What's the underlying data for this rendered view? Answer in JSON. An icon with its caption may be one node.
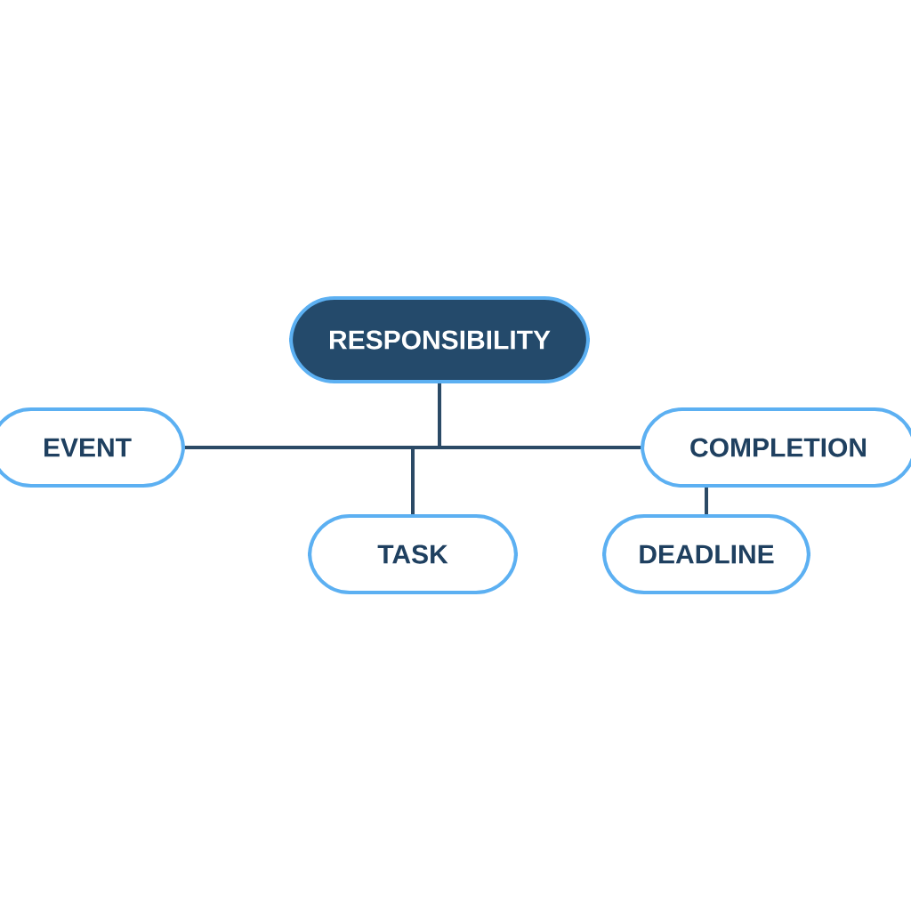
{
  "diagram": {
    "nodes": [
      {
        "text": [
          "RESPONSIBILITY"
        ]
      },
      {
        "text": [
          "EVENT"
        ]
      },
      {
        "text": [
          "COMPLETION"
        ]
      },
      {
        "text": [
          "TASK"
        ]
      },
      {
        "text": [
          "DEADLINE"
        ]
      }
    ],
    "edges": [
      {
        "from": 0,
        "to": 1,
        "arrow": "none"
      },
      {
        "from": 0,
        "to": 2,
        "arrow": "none"
      },
      {
        "from": 0,
        "to": 3,
        "arrow": "none"
      },
      {
        "from": 2,
        "to": 4,
        "arrow": "none"
      }
    ]
  }
}
